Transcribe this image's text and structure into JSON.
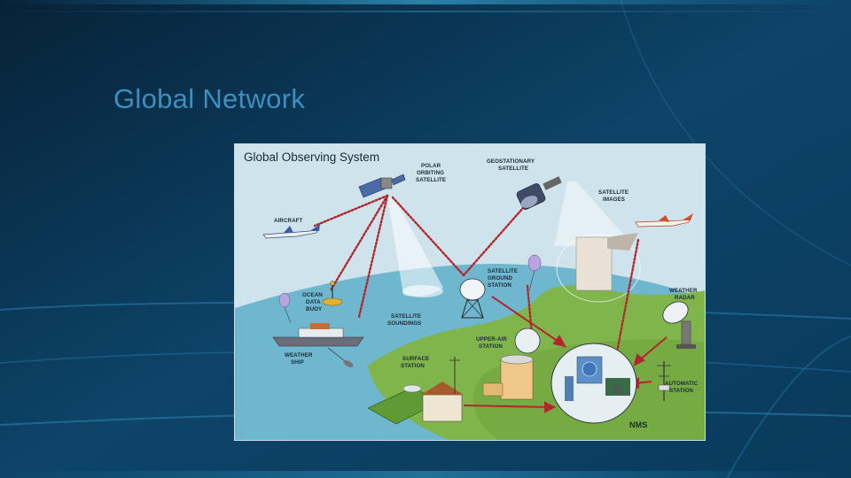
{
  "slide": {
    "title": "Global Network"
  },
  "figure": {
    "title": "Global Observing System",
    "labels": {
      "polar_orbiting_satellite": [
        "POLAR",
        "ORBITING",
        "SATELLITE"
      ],
      "geostationary_satellite": [
        "GEOSTATIONARY",
        "SATELLITE"
      ],
      "satellite_images": [
        "SATELLITE",
        "IMAGES"
      ],
      "aircraft": [
        "AIRCRAFT"
      ],
      "ocean_data_buoy": [
        "OCEAN",
        "DATA",
        "BUOY"
      ],
      "satellite_soundings": [
        "SATELLITE",
        "SOUNDINGS"
      ],
      "satellite_ground_station": [
        "SATELLITE",
        "GROUND",
        "STATION"
      ],
      "weather_radar": [
        "WEATHER",
        "RADAR"
      ],
      "upper_air_station": [
        "UPPER-AIR",
        "STATION"
      ],
      "weather_ship": [
        "WEATHER",
        "SHIP"
      ],
      "surface_station": [
        "SURFACE",
        "STATION"
      ],
      "automatic_station": [
        "AUTOMATIC",
        "STATION"
      ],
      "nms": [
        "NMS"
      ]
    },
    "colors": {
      "sky": "#cfe3ec",
      "ocean": "#6fb6cf",
      "land": "#7fb54a",
      "dotted_link": "#b3262e",
      "arrow": "#b3262e"
    }
  }
}
